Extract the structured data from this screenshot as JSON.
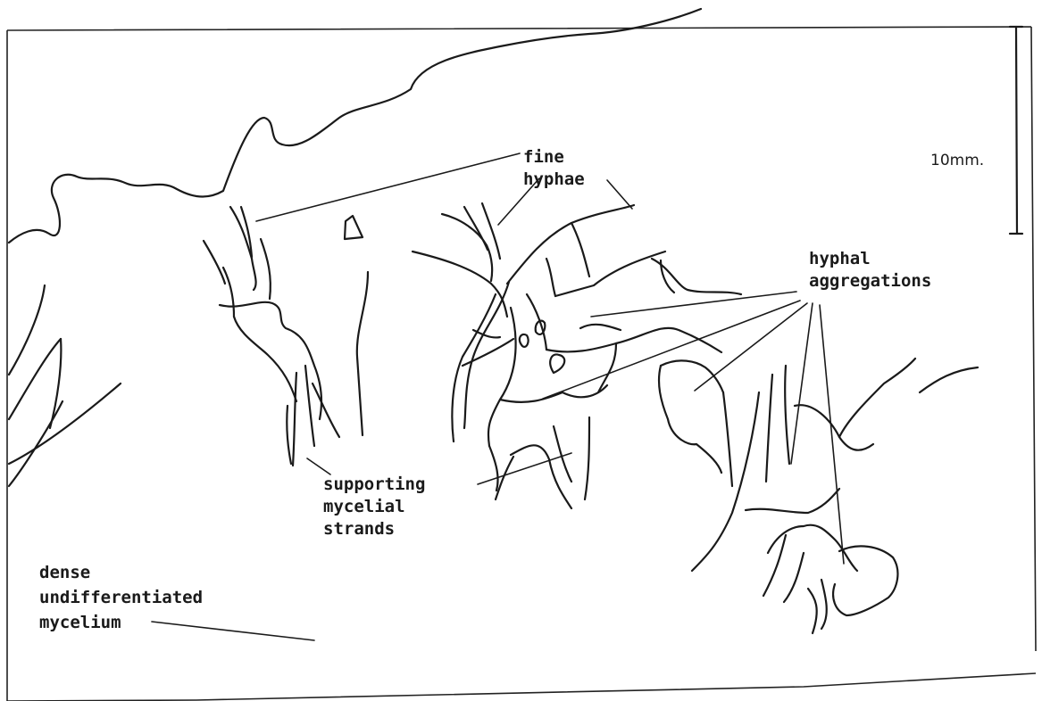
{
  "labels": {
    "fine_hyphae": [
      "fine",
      "hyphae"
    ],
    "hyphal_aggregations": [
      "hyphal",
      "aggregations"
    ],
    "supporting_strands": [
      "supporting",
      "mycelial",
      "strands"
    ],
    "dense_mycelium": [
      "dense",
      "undifferentiated",
      "mycelium"
    ]
  },
  "scale_bar": {
    "label": "10mm."
  }
}
